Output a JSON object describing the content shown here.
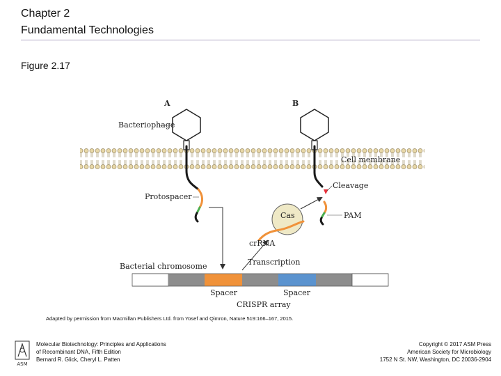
{
  "header": {
    "chapter": "Chapter 2",
    "title": "Fundamental Technologies",
    "rule_color": "#b0a6c4"
  },
  "figure_label": "Figure 2.17",
  "diagram": {
    "panel_a": "A",
    "panel_b": "B",
    "labels": {
      "bacteriophage": "Bacteriophage",
      "cell_membrane": "Cell membrane",
      "protospacer": "Protospacer",
      "cleavage": "Cleavage",
      "cas": "Cas",
      "pam": "PAM",
      "crrna": "crRNA",
      "transcription": "Transcription",
      "bacterial_chromosome": "Bacterial chromosome",
      "spacer_1": "Spacer",
      "spacer_2": "Spacer",
      "crispr_array": "CRISPR array"
    },
    "colors": {
      "membrane": "#e8d8a8",
      "spacer_orange": "#f0923a",
      "spacer_blue": "#5b93cf",
      "repeat_gray": "#8d8d8d",
      "pam_green": "#4caf50",
      "cas_fill": "#efe9c6",
      "cleavage_red": "#e8303a"
    }
  },
  "credit": "Adapted by permission from Macmillan Publishers Ltd. from Yosef and Qimron, Nature 519:166–167, 2015.",
  "footer": {
    "book_title": "Molecular Biotechnology: Principles and Applications",
    "edition": "of Recombinant DNA, Fifth Edition",
    "authors": "Bernard R. Glick, Cheryl L. Patten",
    "copyright": "Copyright © 2017 ASM Press",
    "publisher": "American Society for Microbiology",
    "address": "1752 N St. NW, Washington, DC 20036-2904",
    "logo_text": "ASM"
  }
}
